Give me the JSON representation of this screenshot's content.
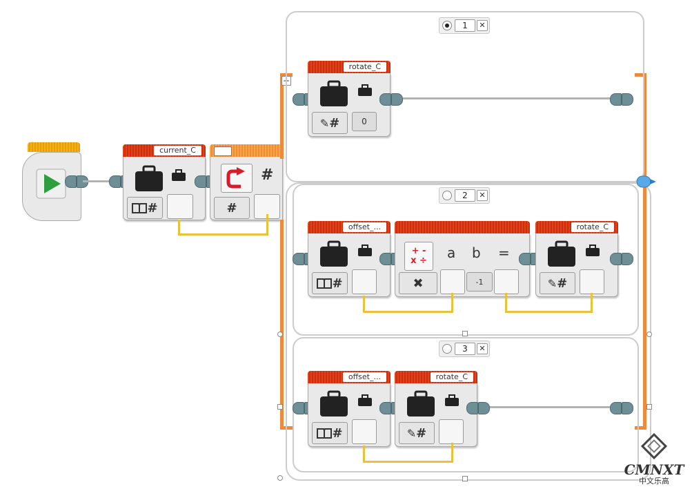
{
  "blocks": {
    "current_label": "current_C",
    "rotate1_label": "rotate_C",
    "offset2_label": "offset_...",
    "rotate2_label": "rotate_C",
    "offset3_label": "offset_...",
    "rotate3_label": "rotate_C",
    "rotate1_value": "0",
    "math_b_value": "-1"
  },
  "switch": {
    "hash": "#",
    "cases": [
      {
        "value": "1",
        "selected": true
      },
      {
        "value": "2",
        "selected": false
      },
      {
        "value": "3",
        "selected": false
      }
    ],
    "close_glyph": "✕",
    "add_glyph": "+"
  },
  "math": {
    "symbol_top": "+ -",
    "symbol_bottom": "x ÷",
    "input_a": "a",
    "input_b": "b",
    "equals": "=",
    "mode_glyph": "✖"
  },
  "glyphs": {
    "hash": "#",
    "book": "📖",
    "pencil": "✎"
  },
  "watermark": {
    "text": "CMNXT",
    "subtext": "中文乐高"
  },
  "colors": {
    "block_header": "#e0421a",
    "loop_orange": "#ef8a3d",
    "wire_yellow": "#e7c23a",
    "start_green": "#2e9e3e"
  }
}
